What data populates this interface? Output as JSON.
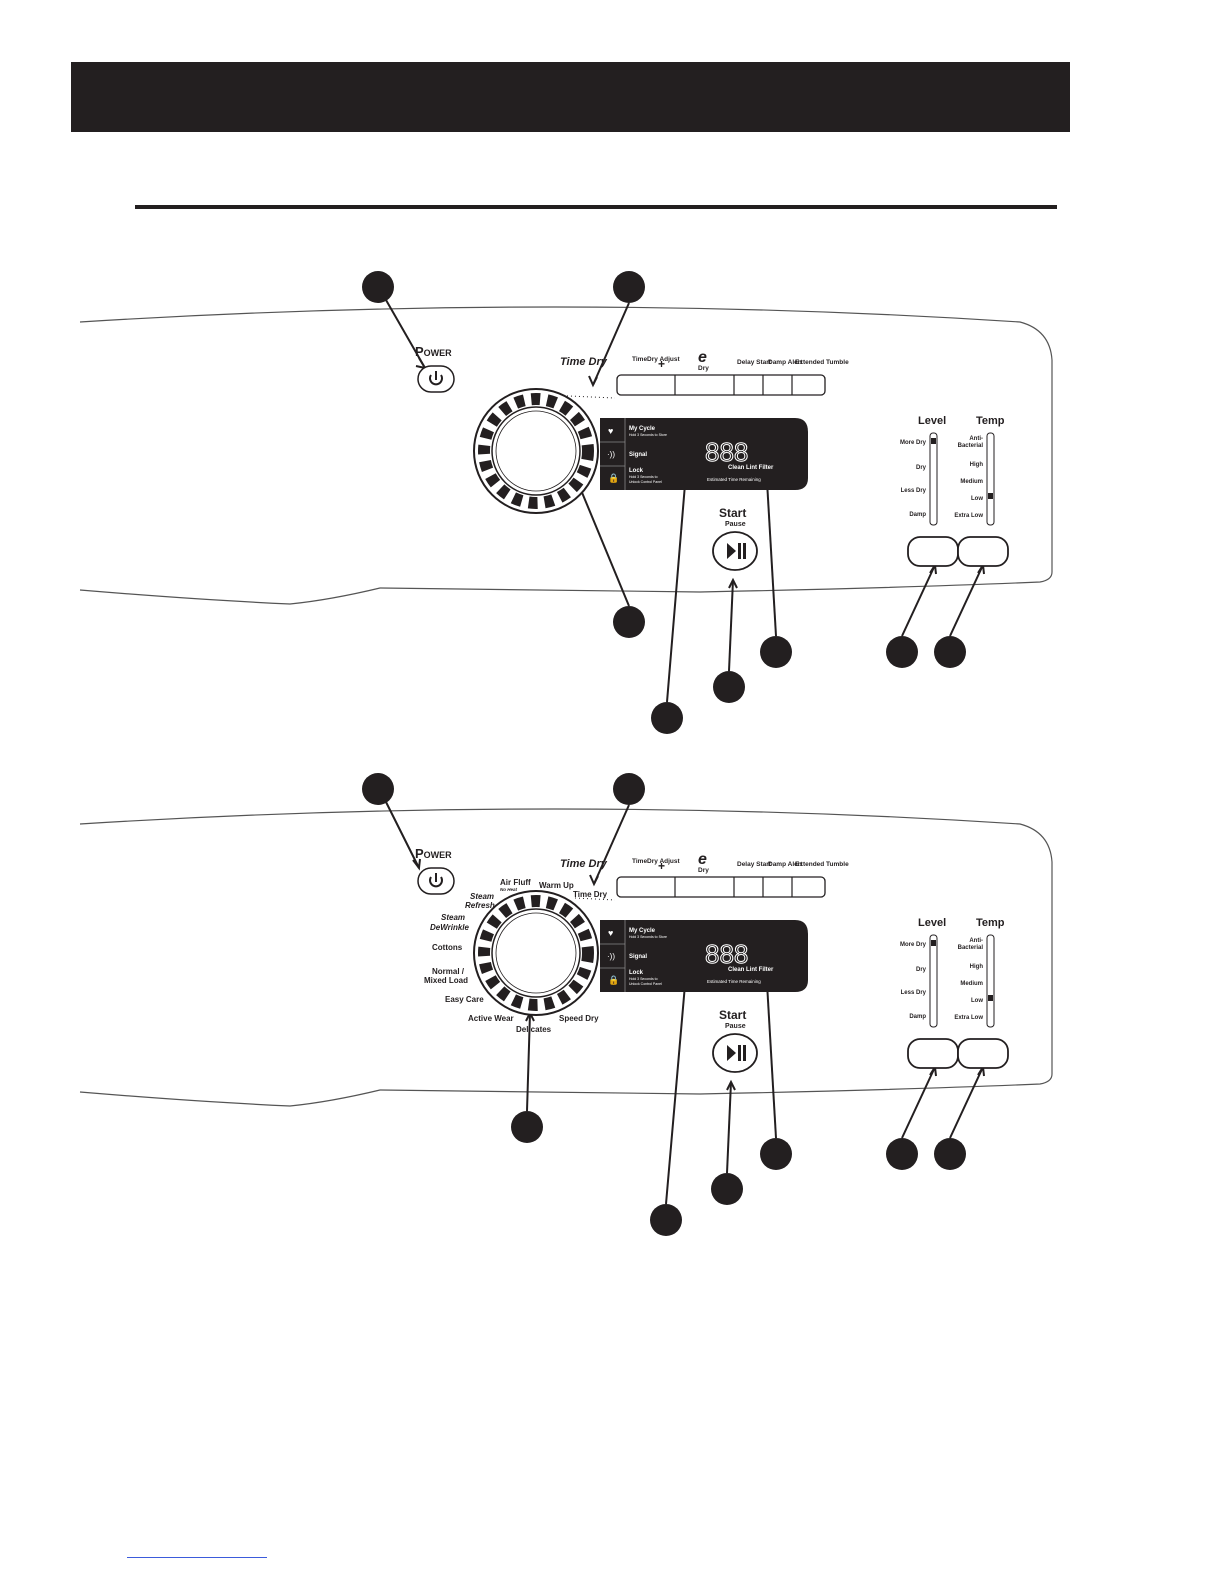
{
  "panels": [
    {
      "power": "Power",
      "time_dry_title": "Time Dry",
      "buttons": [
        "TimeDry Adjust",
        "+",
        "e",
        "Dry",
        "Delay Start",
        "Damp Alert",
        "Extended Tumble"
      ],
      "side_buttons": [
        "My Cycle",
        "Hold 3 Seconds to Store",
        "Signal",
        "Lock",
        "Hold 3 Seconds to",
        "Unlock Control Panel"
      ],
      "display": "888",
      "clean_lint": "Clean Lint Filter",
      "est_time": "Estimated Time Remaining",
      "start": "Start",
      "pause": "Pause",
      "level_title": "Level",
      "level_items": [
        "More Dry",
        "Dry",
        "Less Dry",
        "Damp"
      ],
      "temp_title": "Temp",
      "temp_items": [
        "Anti-",
        "Bacterial",
        "High",
        "Medium",
        "Low",
        "Extra Low"
      ],
      "cycle_labels": []
    },
    {
      "power": "Power",
      "time_dry_title": "Time Dry",
      "buttons": [
        "TimeDry Adjust",
        "+",
        "e",
        "Dry",
        "Delay Start",
        "Damp Alert",
        "Extended Tumble"
      ],
      "side_buttons": [
        "My Cycle",
        "Hold 3 Seconds to Store",
        "Signal",
        "Lock",
        "Hold 3 Seconds to",
        "Unlock Control Panel"
      ],
      "display": "888",
      "clean_lint": "Clean Lint Filter",
      "est_time": "Estimated Time Remaining",
      "start": "Start",
      "pause": "Pause",
      "level_title": "Level",
      "level_items": [
        "More Dry",
        "Dry",
        "Less Dry",
        "Damp"
      ],
      "temp_title": "Temp",
      "temp_items": [
        "Anti-",
        "Bacterial",
        "High",
        "Medium",
        "Low",
        "Extra Low"
      ],
      "cycle_labels": [
        "Steam",
        "Refresh",
        "Air Fluff",
        "No Heat",
        "Warm Up",
        "Time Dry",
        "Steam",
        "DeWrinkle",
        "Cottons",
        "Normal /",
        "Mixed Load",
        "Easy Care",
        "Active Wear",
        "Delicates",
        "Speed Dry"
      ]
    }
  ]
}
